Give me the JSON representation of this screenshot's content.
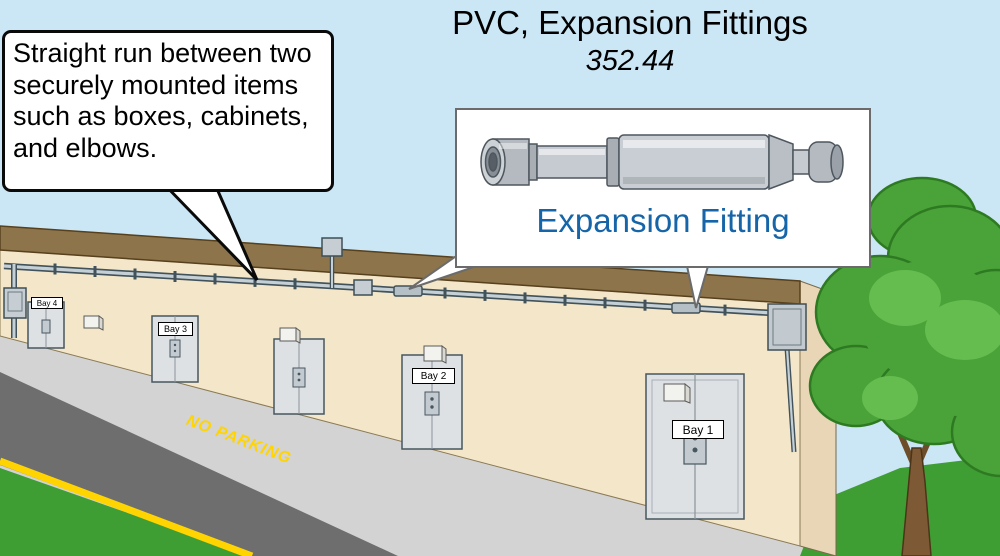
{
  "title": {
    "heading": "PVC, Expansion Fittings",
    "code": "352.44"
  },
  "callouts": {
    "straight_run": {
      "text": "Straight run between two securely mounted items such as boxes, cabinets, and elbows."
    },
    "expansion": {
      "label": "Expansion Fitting"
    }
  },
  "building": {
    "bays": [
      {
        "label": "Bay 4"
      },
      {
        "label": "Bay 3"
      },
      {
        "label": "Bay 2"
      },
      {
        "label": "Bay 1"
      }
    ]
  },
  "road": {
    "marking": "NO PARKING"
  },
  "colors": {
    "sky": "#cbe7f6",
    "wall": "#f4e6c8",
    "roof_trim": "#8d744a",
    "road": "#6e6e6e",
    "curb_yellow": "#ffd400",
    "grass": "#3f9e33",
    "label_blue": "#1565a8",
    "conduit": "#c4cfd6"
  }
}
